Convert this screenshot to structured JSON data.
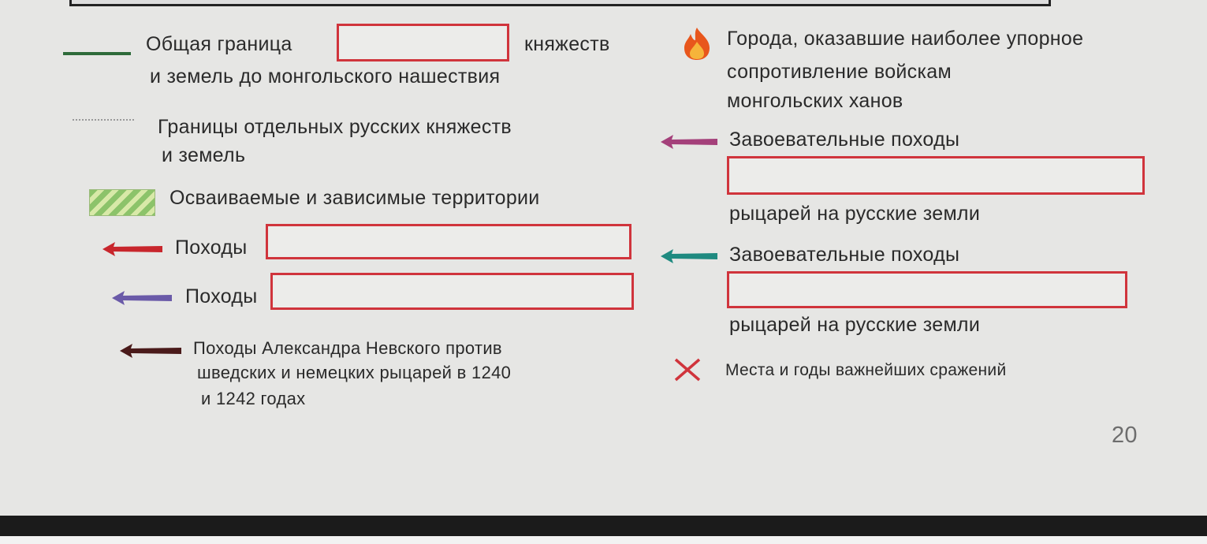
{
  "legend": {
    "left": [
      {
        "line1_a": "Общая граница",
        "line1_b": "княжеств",
        "line2": "и земель до монгольского нашествия",
        "symbol": "green-solid-line",
        "color": "#2e6b3a"
      },
      {
        "line1": "Границы отдельных русских княжеств",
        "line2": "и земель",
        "symbol": "dotted-line"
      },
      {
        "line1": "Осваиваемые и зависимые территории",
        "symbol": "green-hatch"
      },
      {
        "line1": "Походы",
        "symbol": "arrow",
        "color": "#c8262c"
      },
      {
        "line1": "Походы",
        "symbol": "arrow",
        "color": "#6a5aa8"
      },
      {
        "line1": "Походы Александра Невского против",
        "line2": "шведских и немецких рыцарей в 1240",
        "line3": "и 1242 годах",
        "symbol": "arrow",
        "color": "#4a1a1a"
      }
    ],
    "right": [
      {
        "line1": "Города, оказавшие наиболее упорное",
        "line2": "сопротивление войскам",
        "line3": "монгольских ханов",
        "symbol": "fire-icon"
      },
      {
        "line1": "Завоевательные походы",
        "line2": "рыцарей на русские земли",
        "symbol": "arrow",
        "color": "#a4407a"
      },
      {
        "line1": "Завоевательные походы",
        "line2": "рыцарей на русские земли",
        "symbol": "arrow",
        "color": "#1f8a80"
      },
      {
        "line1": "Места и годы важнейших сражений",
        "symbol": "cross-icon",
        "color": "#d0343c"
      }
    ]
  },
  "page_number": "20"
}
